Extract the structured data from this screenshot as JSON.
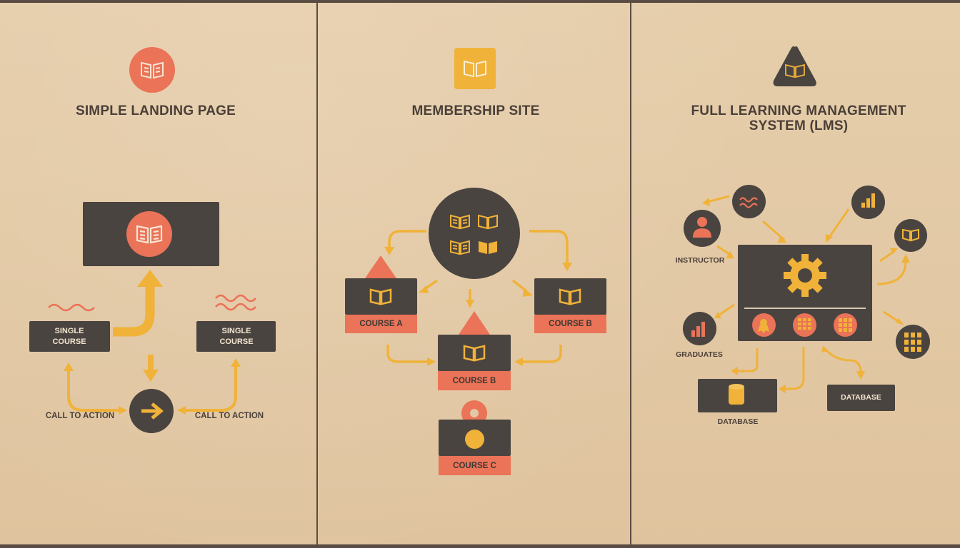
{
  "colors": {
    "background": "#e2c9a6",
    "dark": "#4a4440",
    "coral": "#ea7358",
    "amber": "#f0b238",
    "text": "#4a3f38"
  },
  "panels": [
    {
      "title": "SIMPLE LANDING PAGE",
      "header_icon": "book-icon",
      "blocks": {
        "single_course_left": "SINGLE COURSE",
        "single_course_right": "SINGLE COURSE",
        "call_to_action_left": "CALL TO ACTION",
        "call_to_action_right": "CALL TO ACTION"
      }
    },
    {
      "title": "MEMBERSHIP SITE",
      "header_icon": "book-icon",
      "blocks": {
        "course_a": "COURSE A",
        "course_b_right": "COURSE B",
        "course_b_center": "COURSE B",
        "course_c": "COURSE C"
      }
    },
    {
      "title_line1": "FULL LEARNING MANAGEMENT",
      "title_line2": "SYSTEM (LMS)",
      "header_icon": "book-icon",
      "labels": {
        "instructor": "INSTRUCTOR",
        "graduates": "GRADUATES",
        "database_left": "DATABASE",
        "database_right": "DATABASE"
      }
    }
  ]
}
